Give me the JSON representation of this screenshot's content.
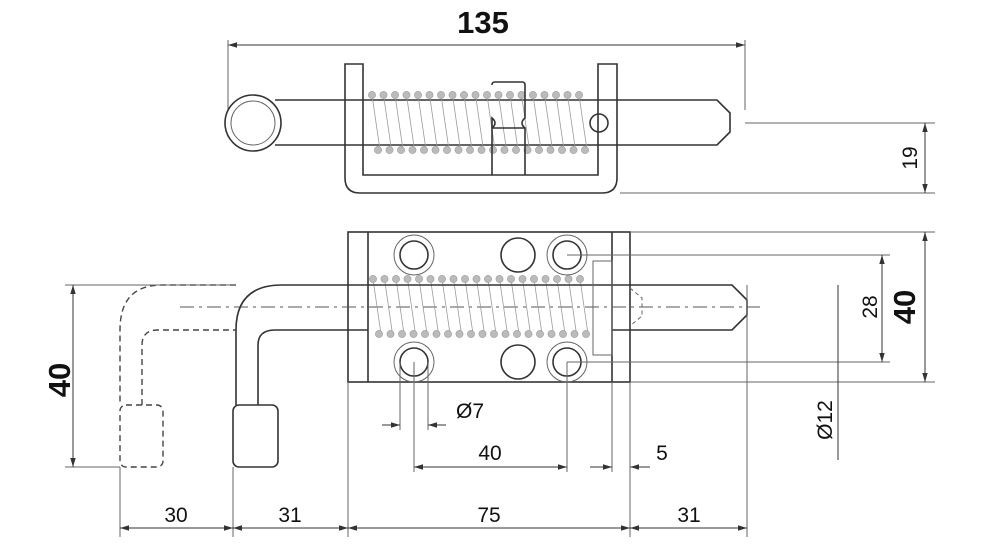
{
  "dimensions": {
    "overall_length": "135",
    "pin_height": "19",
    "handle_travel_height": "40",
    "hole_spacing_vertical": "28",
    "block_height": "40",
    "hole_diameter": "Ø7",
    "hole_spacing_horizontal": "40",
    "bracket_offset": "5",
    "pin_diameter": "Ø12",
    "handle_swing": "30",
    "handle_offset": "31",
    "block_length": "75",
    "pin_protrusion": "31"
  }
}
